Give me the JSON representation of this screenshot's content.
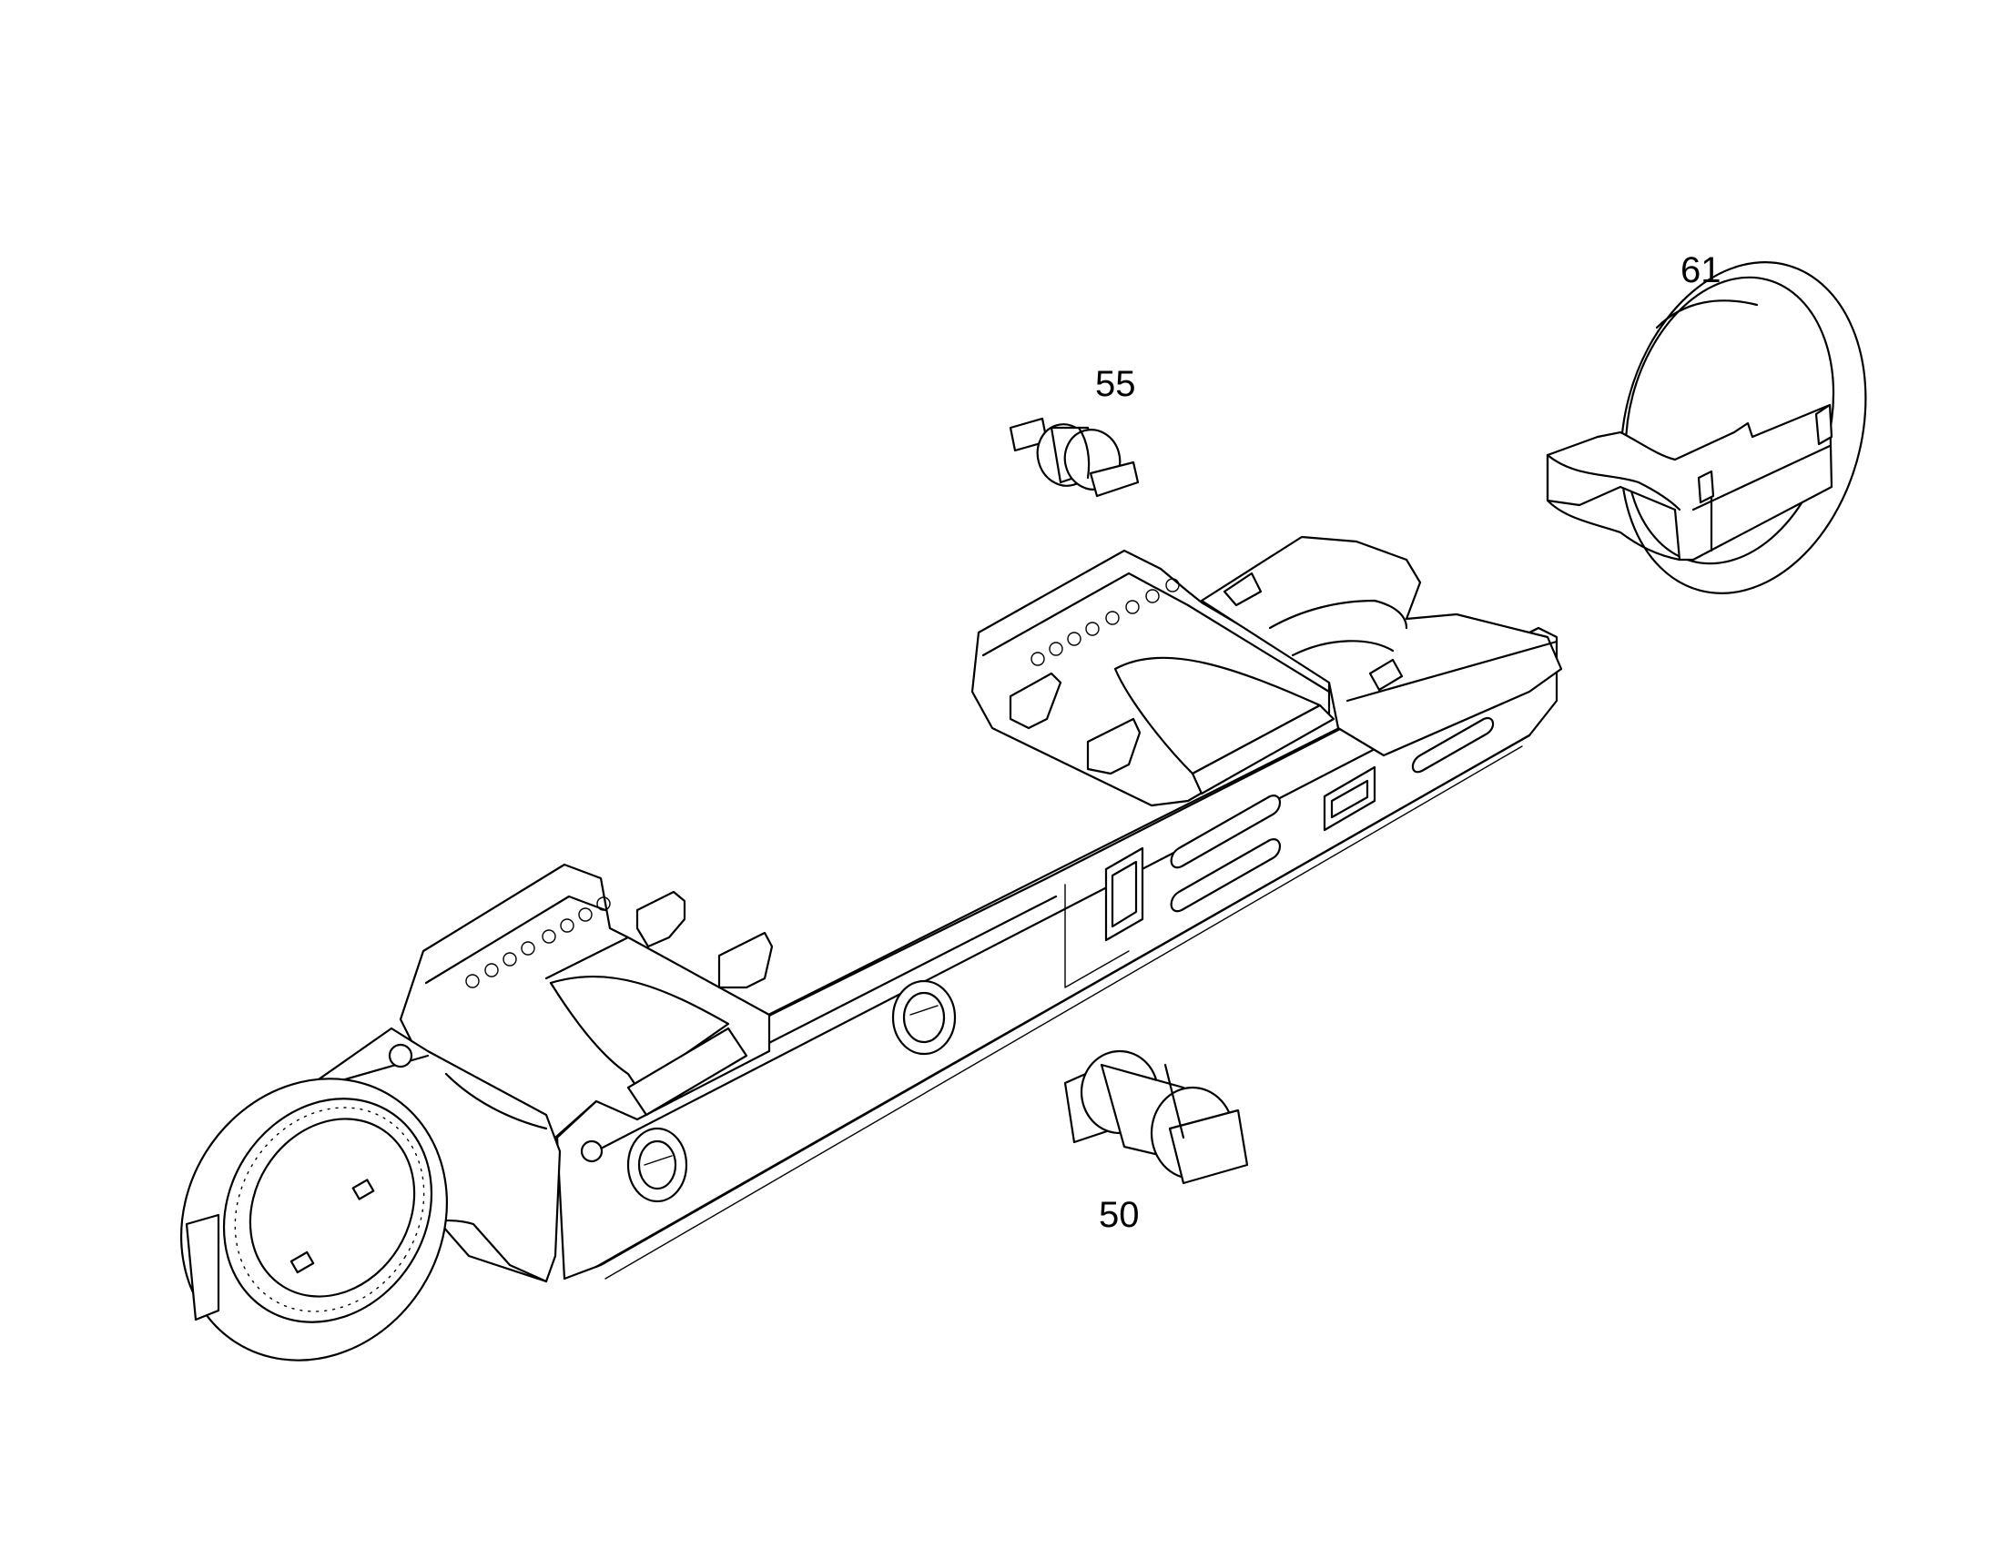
{
  "callouts": [
    {
      "id": "part-61",
      "label": "61"
    },
    {
      "id": "part-55",
      "label": "55"
    },
    {
      "id": "part-50",
      "label": "50"
    }
  ],
  "colors": {
    "line": "#000000",
    "background": "#ffffff"
  }
}
